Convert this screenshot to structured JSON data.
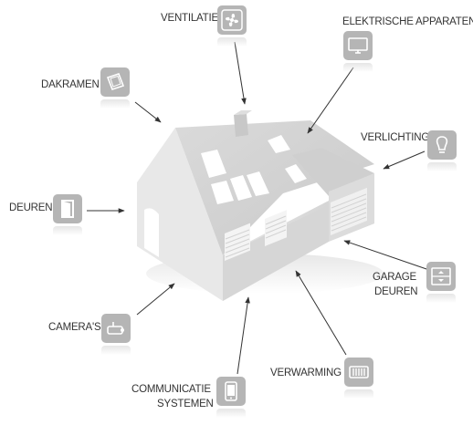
{
  "labels": {
    "ventilatie": "VENTILATIE",
    "elektrische_apparaten": "ELEKTRISCHE APPARATEN",
    "dakramen": "DAKRAMEN",
    "verlichting": "VERLICHTING",
    "deuren": "DEUREN",
    "garage_deuren_line1": "GARAGE",
    "garage_deuren_line2": "DEUREN",
    "cameras": "CAMERA'S",
    "communicatie_line1": "COMMUNICATIE",
    "communicatie_line2": "SYSTEMEN",
    "verwarming": "VERWARMING"
  },
  "icons": {
    "ventilatie": "fan-icon",
    "elektrische_apparaten": "monitor-icon",
    "dakramen": "roof-window-icon",
    "verlichting": "light-bulb-icon",
    "deuren": "door-icon",
    "garage_deuren": "garage-door-icon",
    "cameras": "camera-icon",
    "communicatie": "phone-icon",
    "verwarming": "radiator-icon"
  },
  "colors": {
    "tile": "#b5b5b5",
    "house": "#d9d9d9",
    "arrow": "#333333",
    "text": "#333333"
  }
}
